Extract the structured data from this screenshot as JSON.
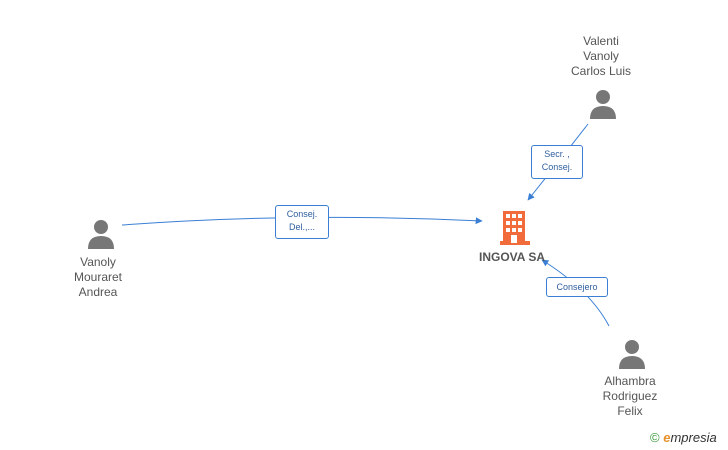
{
  "company": {
    "name": "INGOVA SA",
    "color": "#f26b3a"
  },
  "persons": [
    {
      "id": "valenti",
      "lines": [
        "Valenti",
        "Vanoly",
        "Carlos Luis"
      ]
    },
    {
      "id": "vanoly",
      "lines": [
        "Vanoly",
        "Mouraret",
        "Andrea"
      ]
    },
    {
      "id": "alhambra",
      "lines": [
        "Alhambra",
        "Rodriguez",
        "Felix"
      ]
    }
  ],
  "relations": [
    {
      "from": "valenti",
      "lines": [
        "Secr. ,",
        "Consej."
      ]
    },
    {
      "from": "vanoly",
      "lines": [
        "Consej.",
        "Del.,..."
      ]
    },
    {
      "from": "alhambra",
      "lines": [
        "Consejero"
      ]
    }
  ],
  "colors": {
    "edge": "#3a7fd4",
    "person_icon": "#777777"
  },
  "brand": {
    "copyright_symbol": "©",
    "e_letter": "e",
    "rest": "mpresia"
  }
}
